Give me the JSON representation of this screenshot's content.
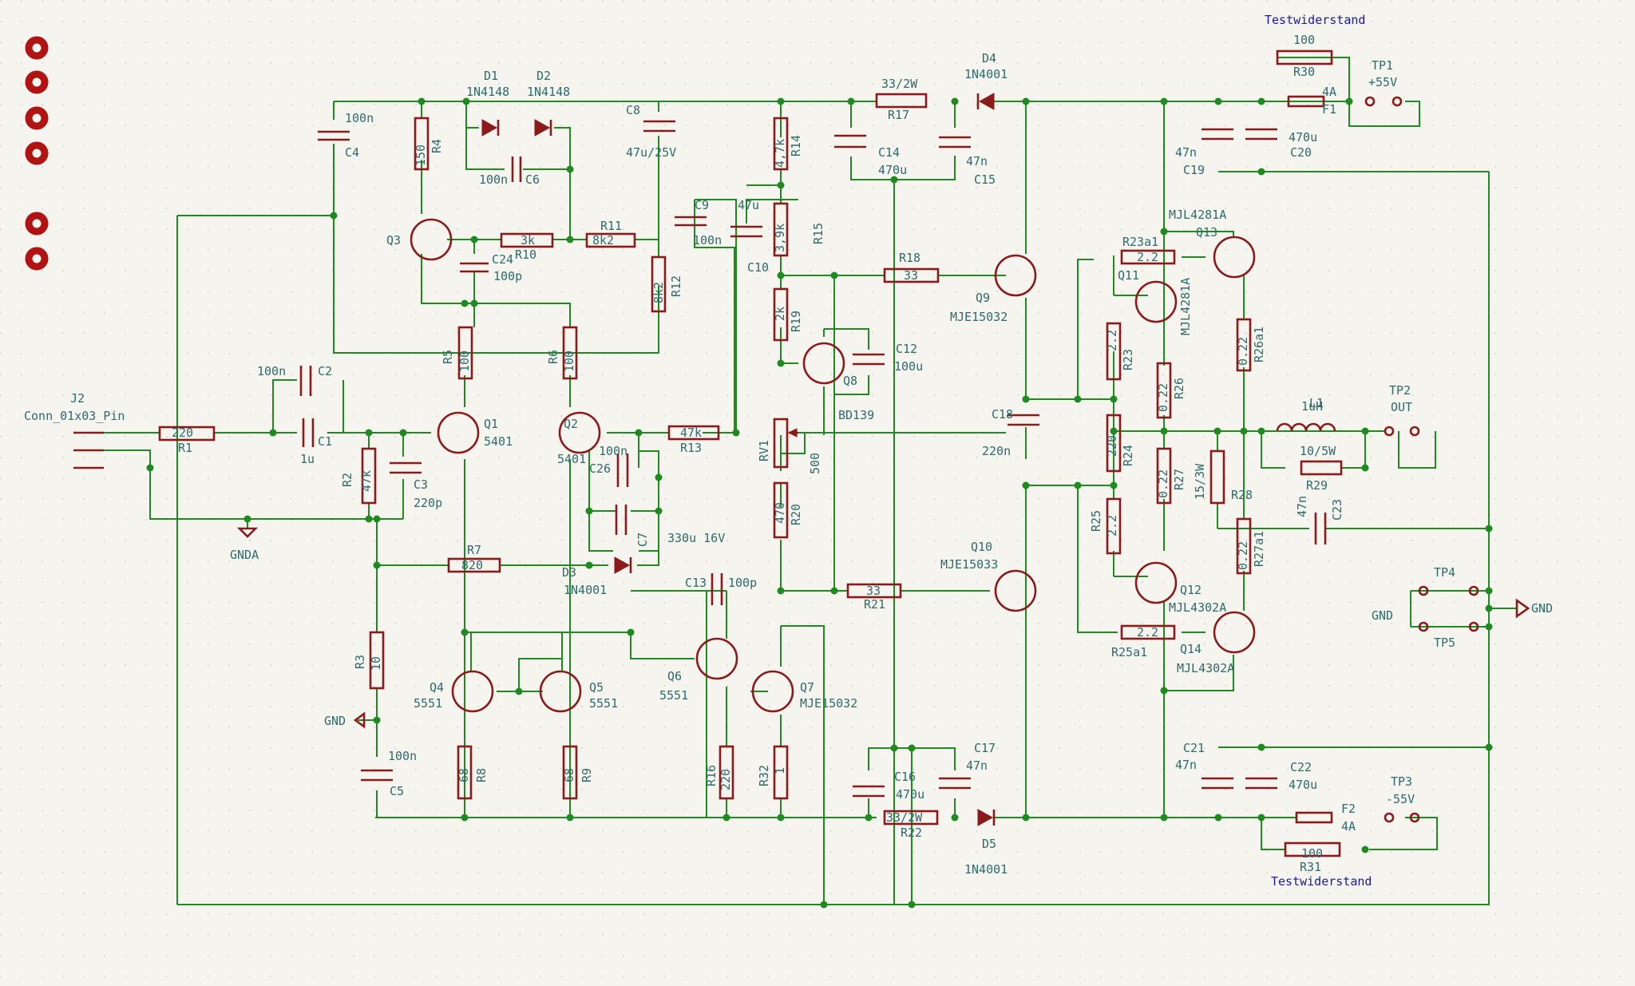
{
  "resistors": [
    {
      "ref": "R1",
      "value": "220"
    },
    {
      "ref": "R2",
      "value": "47k"
    },
    {
      "ref": "R3",
      "value": "10"
    },
    {
      "ref": "R4",
      "value": "150"
    },
    {
      "ref": "R5",
      "value": "100"
    },
    {
      "ref": "R6",
      "value": "100"
    },
    {
      "ref": "R7",
      "value": "820"
    },
    {
      "ref": "R8",
      "value": "68"
    },
    {
      "ref": "R9",
      "value": "68"
    },
    {
      "ref": "R10",
      "value": "3k"
    },
    {
      "ref": "R11",
      "value": "8k2"
    },
    {
      "ref": "R12",
      "value": "8k2"
    },
    {
      "ref": "R13",
      "value": "47k"
    },
    {
      "ref": "R14",
      "value": "4,7k"
    },
    {
      "ref": "R15",
      "value": "3,9k"
    },
    {
      "ref": "R16",
      "value": "220"
    },
    {
      "ref": "R17",
      "value": "33/2W"
    },
    {
      "ref": "R18",
      "value": "33"
    },
    {
      "ref": "R19",
      "value": "2k"
    },
    {
      "ref": "R20",
      "value": "470"
    },
    {
      "ref": "R21",
      "value": "33"
    },
    {
      "ref": "R22",
      "value": "33/2W"
    },
    {
      "ref": "R23",
      "value": "2.2"
    },
    {
      "ref": "R23a1",
      "value": "2.2"
    },
    {
      "ref": "R24",
      "value": "220"
    },
    {
      "ref": "R25",
      "value": "2.2"
    },
    {
      "ref": "R25a1",
      "value": "2.2"
    },
    {
      "ref": "R26",
      "value": "0.22"
    },
    {
      "ref": "R26a1",
      "value": "0.22"
    },
    {
      "ref": "R27",
      "value": "0.22"
    },
    {
      "ref": "R27a1",
      "value": "0.22"
    },
    {
      "ref": "R28",
      "value": "15/3W"
    },
    {
      "ref": "R29",
      "value": "10/5W"
    },
    {
      "ref": "R30",
      "value": "100"
    },
    {
      "ref": "R31",
      "value": "100"
    },
    {
      "ref": "R32",
      "value": "1"
    }
  ],
  "capacitors": [
    {
      "ref": "C1",
      "value": "1u"
    },
    {
      "ref": "C2",
      "value": "100n"
    },
    {
      "ref": "C3",
      "value": "220p"
    },
    {
      "ref": "C4",
      "value": "100n"
    },
    {
      "ref": "C5",
      "value": "100n"
    },
    {
      "ref": "C6",
      "value": "100n"
    },
    {
      "ref": "C7",
      "value": "330u 16V"
    },
    {
      "ref": "C8",
      "value": "47u/25V"
    },
    {
      "ref": "C9",
      "value": "100n"
    },
    {
      "ref": "C10",
      "value": "47u"
    },
    {
      "ref": "C12",
      "value": "100u"
    },
    {
      "ref": "C13",
      "value": "100p"
    },
    {
      "ref": "C14",
      "value": "470u"
    },
    {
      "ref": "C15",
      "value": "47n"
    },
    {
      "ref": "C16",
      "value": "470u"
    },
    {
      "ref": "C17",
      "value": "47n"
    },
    {
      "ref": "C18",
      "value": "220n"
    },
    {
      "ref": "C19",
      "value": "47n"
    },
    {
      "ref": "C20",
      "value": "470u"
    },
    {
      "ref": "C21",
      "value": "47n"
    },
    {
      "ref": "C22",
      "value": "470u"
    },
    {
      "ref": "C23",
      "value": "47n"
    },
    {
      "ref": "C24",
      "value": "100p"
    },
    {
      "ref": "C26",
      "value": "100n"
    }
  ],
  "transistors": [
    {
      "ref": "Q1",
      "value": "5401"
    },
    {
      "ref": "Q2",
      "value": "5401"
    },
    {
      "ref": "Q3",
      "value": ""
    },
    {
      "ref": "Q4",
      "value": "5551"
    },
    {
      "ref": "Q5",
      "value": "5551"
    },
    {
      "ref": "Q6",
      "value": "5551"
    },
    {
      "ref": "Q7",
      "value": "MJE15032"
    },
    {
      "ref": "Q8",
      "value": "BD139"
    },
    {
      "ref": "Q9",
      "value": "MJE15032"
    },
    {
      "ref": "Q10",
      "value": "MJE15033"
    },
    {
      "ref": "Q11",
      "value": "MJL4281A"
    },
    {
      "ref": "Q12",
      "value": "MJL4302A"
    },
    {
      "ref": "Q13",
      "value": "MJL4281A"
    },
    {
      "ref": "Q14",
      "value": "MJL4302A"
    }
  ],
  "diodes": [
    {
      "ref": "D1",
      "value": "1N4148"
    },
    {
      "ref": "D2",
      "value": "1N4148"
    },
    {
      "ref": "D3",
      "value": "1N4001"
    },
    {
      "ref": "D4",
      "value": "1N4001"
    },
    {
      "ref": "D5",
      "value": "1N4001"
    }
  ],
  "others": {
    "RV1": {
      "ref": "RV1",
      "value": "500"
    },
    "L1": {
      "ref": "L1",
      "value": "1uH"
    },
    "F1": {
      "ref": "F1",
      "value": "4A"
    },
    "F2": {
      "ref": "F2",
      "value": "4A"
    },
    "J2": {
      "ref": "J2",
      "value": "Conn_01x03_Pin"
    }
  },
  "testpoints": [
    {
      "ref": "TP1",
      "label": "+55V"
    },
    {
      "ref": "TP2",
      "label": "OUT"
    },
    {
      "ref": "TP3",
      "label": "-55V"
    },
    {
      "ref": "TP4",
      "label": ""
    },
    {
      "ref": "TP5",
      "label": ""
    }
  ],
  "nets": {
    "gnda": "GNDA",
    "gnd": "GND"
  },
  "notes": {
    "test_resistor": "Testwiderstand"
  }
}
